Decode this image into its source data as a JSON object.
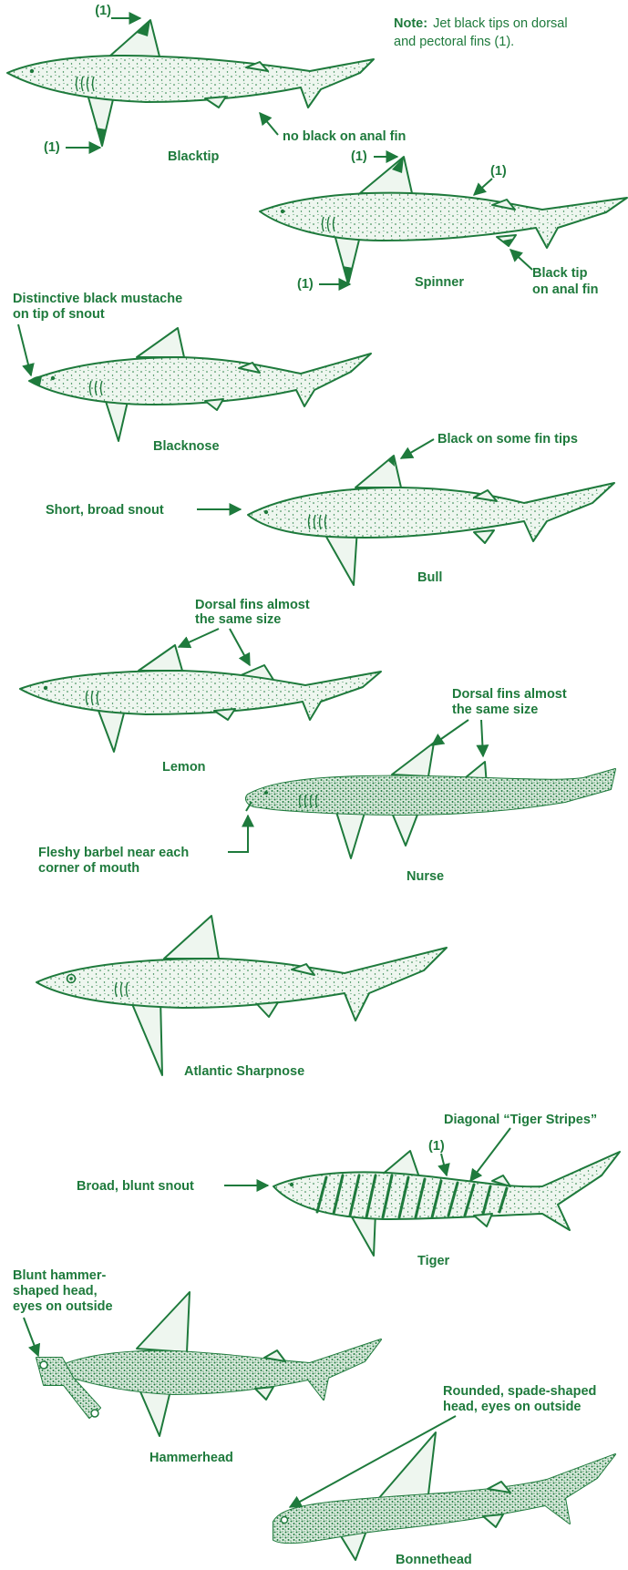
{
  "note": {
    "prefix": "Note:",
    "line1": "Jet black tips on dorsal",
    "line2": "and pectoral fins (1)."
  },
  "colors": {
    "ink": "#1e7a3c",
    "body_fill": "#eef6ef"
  },
  "sharks": {
    "blacktip": {
      "name": "Blacktip",
      "marker1": "(1)",
      "marker2": "(1)",
      "callout": "no black on anal fin"
    },
    "spinner": {
      "name": "Spinner",
      "marker1": "(1)",
      "marker2": "(1)",
      "marker3": "(1)",
      "callout_line1": "Black tip",
      "callout_line2": "on anal fin"
    },
    "blacknose": {
      "name": "Blacknose",
      "callout_line1": "Distinctive black mustache",
      "callout_line2": "on tip of snout"
    },
    "bull": {
      "name": "Bull",
      "callout_fin": "Black on some fin tips",
      "callout_snout": "Short, broad snout"
    },
    "lemon": {
      "name": "Lemon",
      "callout_line1": "Dorsal fins almost",
      "callout_line2": "the same size"
    },
    "nurse": {
      "name": "Nurse",
      "callout_line1": "Dorsal fins almost",
      "callout_line2": "the same size",
      "barbel_line1": "Fleshy barbel near each",
      "barbel_line2": "corner of mouth"
    },
    "sharpnose": {
      "name": "Atlantic Sharpnose"
    },
    "tiger": {
      "name": "Tiger",
      "callout_stripes": "Diagonal “Tiger Stripes”",
      "marker": "(1)",
      "callout_snout": "Broad, blunt snout"
    },
    "hammerhead": {
      "name": "Hammerhead",
      "callout_line1": "Blunt hammer-",
      "callout_line2": "shaped head,",
      "callout_line3": "eyes on outside"
    },
    "bonnethead": {
      "name": "Bonnethead",
      "callout_line1": "Rounded, spade-shaped",
      "callout_line2": "head, eyes on outside"
    }
  }
}
